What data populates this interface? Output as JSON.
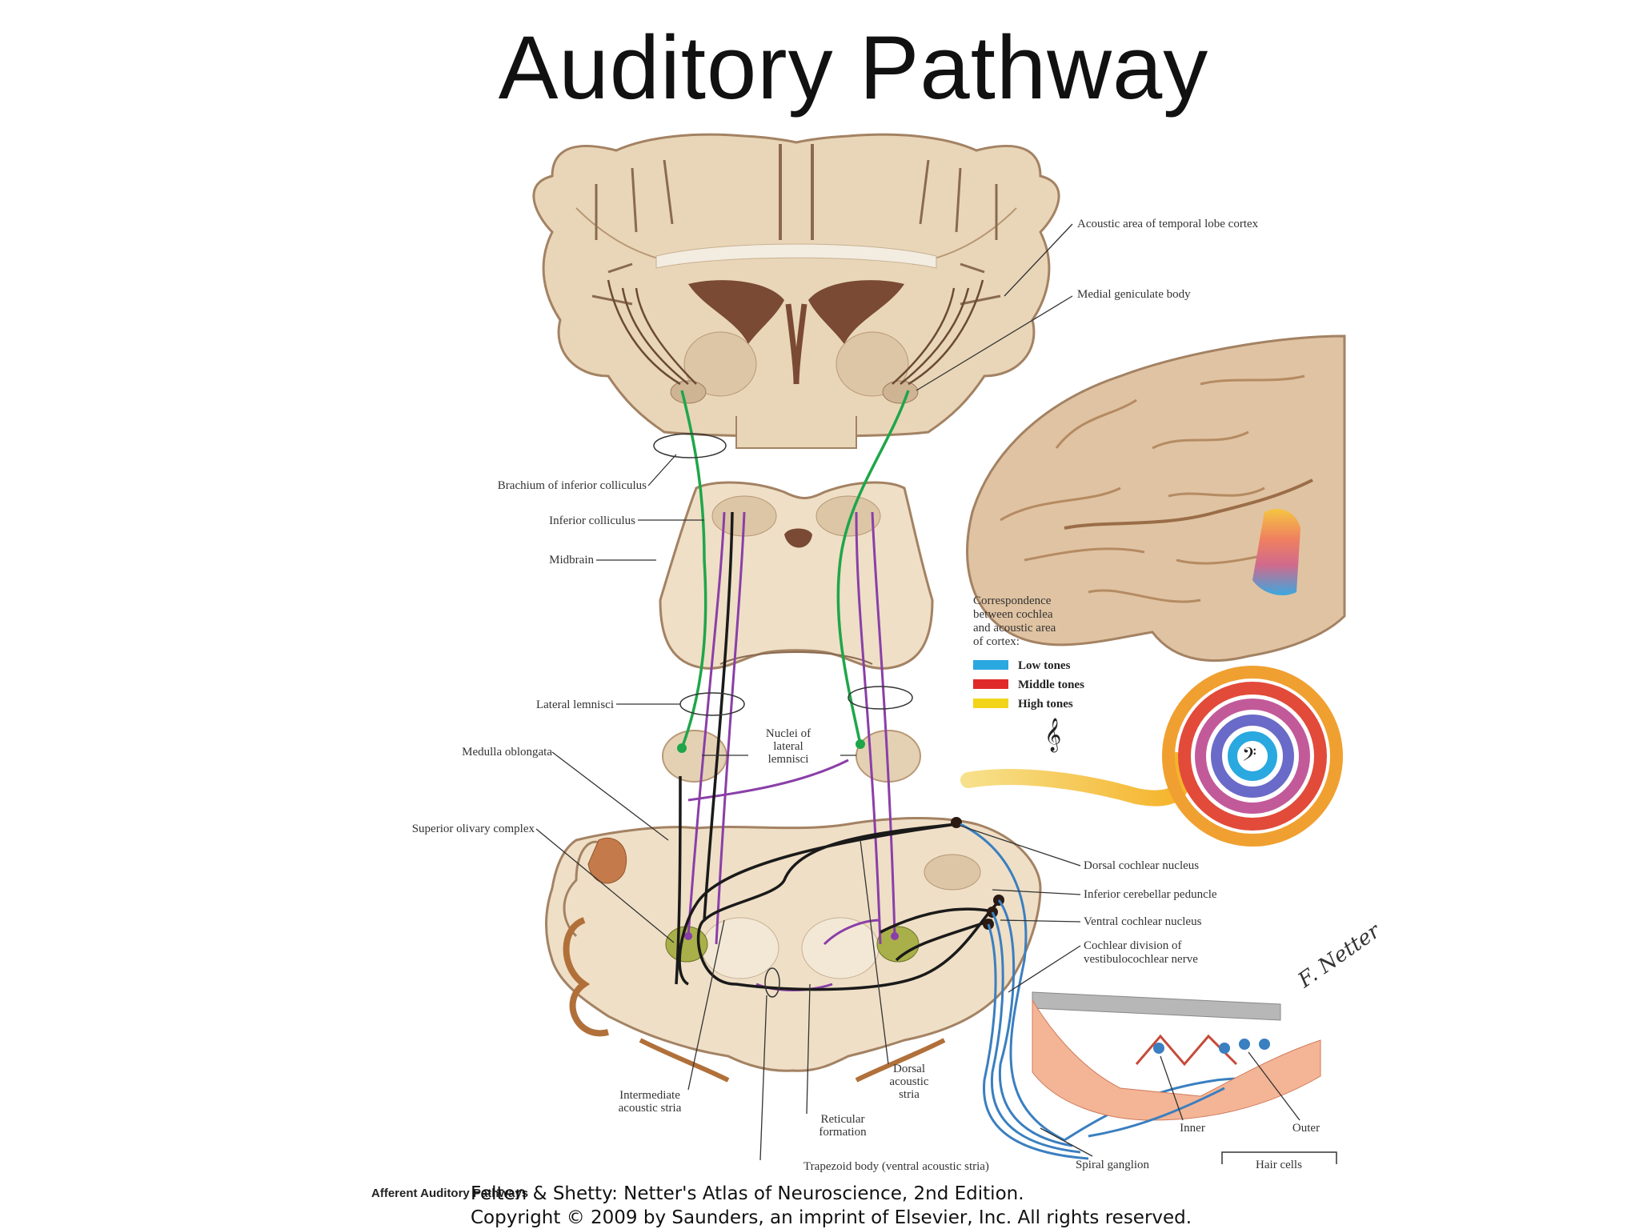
{
  "slide": {
    "title": "Auditory Pathway"
  },
  "labels": {
    "acoustic_area": "Acoustic area of temporal lobe cortex",
    "medial_geniculate": "Medial geniculate body",
    "brachium": "Brachium of inferior colliculus",
    "inferior_colliculus": "Inferior colliculus",
    "midbrain": "Midbrain",
    "lateral_lemnisci": "Lateral lemnisci",
    "nuclei_line1": "Nuclei of",
    "nuclei_line2": "lateral",
    "nuclei_line3": "lemnisci",
    "medulla": "Medulla oblongata",
    "superior_olivary": "Superior olivary complex",
    "dorsal_cochlear": "Dorsal cochlear nucleus",
    "inferior_cerebellar": "Inferior cerebellar peduncle",
    "ventral_cochlear": "Ventral cochlear nucleus",
    "cochlear_division_line1": "Cochlear division of",
    "cochlear_division_line2": "vestibulocochlear nerve",
    "intermediate_line1": "Intermediate",
    "intermediate_line2": "acoustic stria",
    "reticular_line1": "Reticular",
    "reticular_line2": "formation",
    "dorsal_acoustic_line1": "Dorsal",
    "dorsal_acoustic_line2": "acoustic",
    "dorsal_acoustic_line3": "stria",
    "trapezoid": "Trapezoid body (ventral acoustic stria)",
    "spiral_ganglion": "Spiral ganglion",
    "inner": "Inner",
    "outer": "Outer",
    "hair_cells": "Hair cells",
    "artist_signature": "F. Netter"
  },
  "legend": {
    "heading_line1": "Correspondence",
    "heading_line2": "between cochlea",
    "heading_line3": "and acoustic area",
    "heading_line4": "of cortex:",
    "items": [
      {
        "label": "Low tones",
        "color": "#2aa8e0"
      },
      {
        "label": "Middle tones",
        "color": "#e02a2a"
      },
      {
        "label": "High tones",
        "color": "#f2d51a"
      }
    ]
  },
  "colors": {
    "green_pathway": "#1fa64a",
    "purple_pathway": "#8a3fa8",
    "black_pathway": "#1a1a1a",
    "blue_nerve": "#3a7fc0",
    "brain_tissue": "#e8d3b4",
    "brain_outline": "#a38263",
    "ventricle": "#7a4a35"
  },
  "credits": {
    "figure_label": "Afferent Auditory Pathways",
    "source_line1": "Felten & Shetty: Netter's Atlas of Neuroscience, 2nd Edition.",
    "source_line2": "Copyright © 2009 by Saunders, an imprint of Elsevier, Inc. All rights reserved."
  }
}
